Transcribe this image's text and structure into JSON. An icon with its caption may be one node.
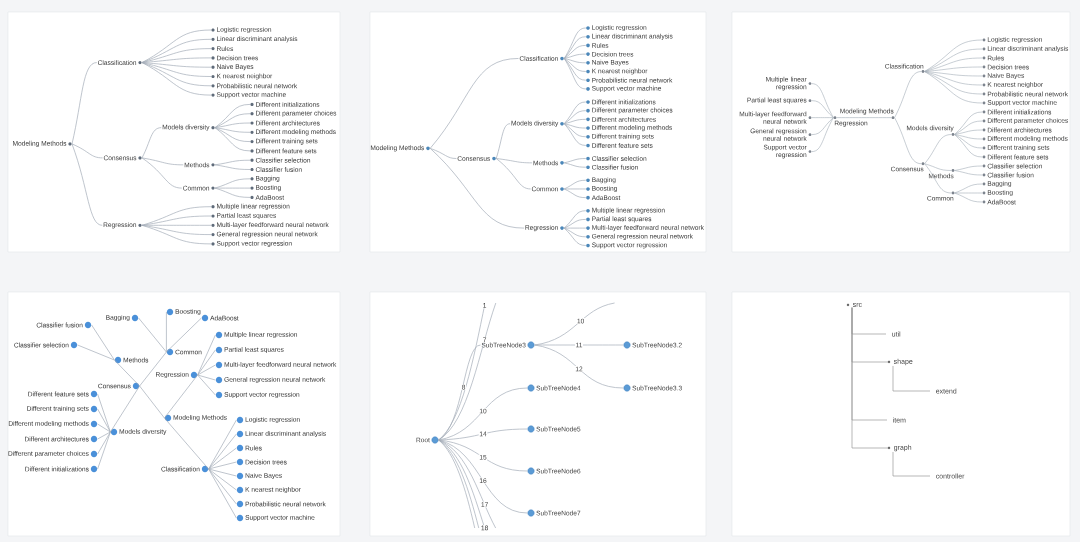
{
  "diagram": {
    "nodes": [
      {
        "text": [],
        "shape": "box"
      },
      {
        "text": [
          "Modeling Methods"
        ],
        "in": 0
      },
      {
        "text": [
          "Classification"
        ],
        "in": 0
      },
      {
        "text": [
          "Logistic regression"
        ],
        "in": 0
      },
      {
        "text": [
          "Linear discriminant analysis"
        ],
        "in": 0
      },
      {
        "text": [
          "Rules"
        ],
        "in": 0
      },
      {
        "text": [
          "Decision trees"
        ],
        "in": 0
      },
      {
        "text": [
          "Naive Bayes"
        ],
        "in": 0
      },
      {
        "text": [
          "K nearest neighbor"
        ],
        "in": 0
      },
      {
        "text": [
          "Probabilistic neural network"
        ],
        "in": 0
      },
      {
        "text": [
          "Support vector machine"
        ],
        "in": 0
      },
      {
        "text": [
          "Consensus"
        ],
        "in": 0
      },
      {
        "text": [
          "Models diversity"
        ],
        "in": 0
      },
      {
        "text": [
          "Different initializations"
        ],
        "in": 0
      },
      {
        "text": [
          "Different parameter choices"
        ],
        "in": 0
      },
      {
        "text": [
          "Different architectures"
        ],
        "in": 0
      },
      {
        "text": [
          "Different modeling methods"
        ],
        "in": 0
      },
      {
        "text": [
          "Different training sets"
        ],
        "in": 0
      },
      {
        "text": [
          "Different feature sets"
        ],
        "in": 0
      },
      {
        "text": [
          "Methods"
        ],
        "in": 0
      },
      {
        "text": [
          "Classifier selection"
        ],
        "in": 0
      },
      {
        "text": [
          "Classifier fusion"
        ],
        "in": 0
      },
      {
        "text": [
          "Common"
        ],
        "in": 0
      },
      {
        "text": [
          "Bagging"
        ],
        "in": 0
      },
      {
        "text": [
          "Boosting"
        ],
        "in": 0
      },
      {
        "text": [
          "AdaBoost"
        ],
        "in": 0
      },
      {
        "text": [
          "Regression"
        ],
        "in": 0
      },
      {
        "text": [
          "Multiple linear regression"
        ],
        "in": 0
      },
      {
        "text": [
          "Partial least squares"
        ],
        "in": 0
      },
      {
        "text": [
          "Multi-layer feedforward neural network"
        ],
        "in": 0
      },
      {
        "text": [
          "General regression neural network"
        ],
        "in": 0
      },
      {
        "text": [
          "Support vector regression"
        ],
        "in": 0
      },
      {
        "text": [],
        "shape": "box"
      },
      {
        "text": [
          "Modeling Methods"
        ],
        "in": 32
      },
      {
        "text": [
          "Classification"
        ],
        "in": 32
      },
      {
        "text": [
          "Logistic regression"
        ],
        "in": 32
      },
      {
        "text": [
          "Linear discriminant analysis"
        ],
        "in": 32
      },
      {
        "text": [
          "Rules"
        ],
        "in": 32
      },
      {
        "text": [
          "Decision trees"
        ],
        "in": 32
      },
      {
        "text": [
          "Naive Bayes"
        ],
        "in": 32
      },
      {
        "text": [
          "K nearest neighbor"
        ],
        "in": 32
      },
      {
        "text": [
          "Probabilistic neural network"
        ],
        "in": 32
      },
      {
        "text": [
          "Support vector machine"
        ],
        "in": 32
      },
      {
        "text": [
          "Consensus"
        ],
        "in": 32
      },
      {
        "text": [
          "Models diversity"
        ],
        "in": 32
      },
      {
        "text": [
          "Different initializations"
        ],
        "in": 32
      },
      {
        "text": [
          "Different parameter choices"
        ],
        "in": 32
      },
      {
        "text": [
          "Different architectures"
        ],
        "in": 32
      },
      {
        "text": [
          "Different modeling methods"
        ],
        "in": 32
      },
      {
        "text": [
          "Different training sets"
        ],
        "in": 32
      },
      {
        "text": [
          "Different feature sets"
        ],
        "in": 32
      },
      {
        "text": [
          "Methods"
        ],
        "in": 32
      },
      {
        "text": [
          "Classifier selection"
        ],
        "in": 32
      },
      {
        "text": [
          "Classifier fusion"
        ],
        "in": 32
      },
      {
        "text": [
          "Common"
        ],
        "in": 32
      },
      {
        "text": [
          "Bagging"
        ],
        "in": 32
      },
      {
        "text": [
          "Boosting"
        ],
        "in": 32
      },
      {
        "text": [
          "AdaBoost"
        ],
        "in": 32
      },
      {
        "text": [
          "Regression"
        ],
        "in": 32
      },
      {
        "text": [
          "Multiple linear regression"
        ],
        "in": 32
      },
      {
        "text": [
          "Partial least squares"
        ],
        "in": 32
      },
      {
        "text": [
          "Multi-layer feedforward neural network"
        ],
        "in": 32
      },
      {
        "text": [
          "General regression neural network"
        ],
        "in": 32
      },
      {
        "text": [
          "Support vector regression"
        ],
        "in": 32
      },
      {
        "text": [],
        "shape": "box"
      },
      {
        "text": [
          "Modeling Methods"
        ],
        "in": 64
      },
      {
        "text": [
          "Classification"
        ],
        "in": 64
      },
      {
        "text": [
          "Logistic regression"
        ],
        "in": 64
      },
      {
        "text": [
          "Linear discriminant analysis"
        ],
        "in": 64
      },
      {
        "text": [
          "Rules"
        ],
        "in": 64
      },
      {
        "text": [
          "Decision trees"
        ],
        "in": 64
      },
      {
        "text": [
          "Naive Bayes"
        ],
        "in": 64
      },
      {
        "text": [
          "K nearest neighbor"
        ],
        "in": 64
      },
      {
        "text": [
          "Probabilistic neural network"
        ],
        "in": 64
      },
      {
        "text": [
          "Support vector machine"
        ],
        "in": 64
      },
      {
        "text": [
          "Consensus"
        ],
        "in": 64
      },
      {
        "text": [
          "Models diversity"
        ],
        "in": 64
      },
      {
        "text": [
          "Different initializations"
        ],
        "in": 64
      },
      {
        "text": [
          "Different parameter choices"
        ],
        "in": 64
      },
      {
        "text": [
          "Different architectures"
        ],
        "in": 64
      },
      {
        "text": [
          "Different modeling methods"
        ],
        "in": 64
      },
      {
        "text": [
          "Different training sets"
        ],
        "in": 64
      },
      {
        "text": [
          "Different feature sets"
        ],
        "in": 64
      },
      {
        "text": [
          "Methods"
        ],
        "in": 64
      },
      {
        "text": [
          "Classifier selection"
        ],
        "in": 64
      },
      {
        "text": [
          "Classifier fusion"
        ],
        "in": 64
      },
      {
        "text": [
          "Common"
        ],
        "in": 64
      },
      {
        "text": [
          "Bagging"
        ],
        "in": 64
      },
      {
        "text": [
          "Boosting"
        ],
        "in": 64
      },
      {
        "text": [
          "AdaBoost"
        ],
        "in": 64
      },
      {
        "text": [
          "Regression"
        ],
        "in": 64
      },
      {
        "text": [
          "Multiple linear regression"
        ],
        "in": 64
      },
      {
        "text": [
          "Partial least squares"
        ],
        "in": 64
      },
      {
        "text": [
          "Multi-layer feedforward neural network"
        ],
        "in": 64
      },
      {
        "text": [
          "General regression neural network"
        ],
        "in": 64
      },
      {
        "text": [
          "Support vector regression"
        ],
        "in": 64
      },
      {
        "text": [],
        "shape": "box"
      },
      {
        "text": [
          "Modeling Methods"
        ],
        "in": 96
      },
      {
        "text": [
          "Classification"
        ],
        "in": 96
      },
      {
        "text": [
          "Logistic regression"
        ],
        "in": 96
      },
      {
        "text": [
          "Linear discriminant analysis"
        ],
        "in": 96
      },
      {
        "text": [
          "Rules"
        ],
        "in": 96
      },
      {
        "text": [
          "Decision trees"
        ],
        "in": 96
      },
      {
        "text": [
          "Naive Bayes"
        ],
        "in": 96
      },
      {
        "text": [
          "K nearest neighbor"
        ],
        "in": 96
      },
      {
        "text": [
          "Probabilistic neural network"
        ],
        "in": 96
      },
      {
        "text": [
          "Support vector machine"
        ],
        "in": 96
      },
      {
        "text": [
          "Consensus"
        ],
        "in": 96
      },
      {
        "text": [
          "Models diversity"
        ],
        "in": 96
      },
      {
        "text": [
          "Different initializations"
        ],
        "in": 96
      },
      {
        "text": [
          "Different parameter choices"
        ],
        "in": 96
      },
      {
        "text": [
          "Different architectures"
        ],
        "in": 96
      },
      {
        "text": [
          "Different modeling methods"
        ],
        "in": 96
      },
      {
        "text": [
          "Different training sets"
        ],
        "in": 96
      },
      {
        "text": [
          "Different feature sets"
        ],
        "in": 96
      },
      {
        "text": [
          "Methods"
        ],
        "in": 96
      },
      {
        "text": [
          "Classifier selection"
        ],
        "in": 96
      },
      {
        "text": [
          "Classifier fusion"
        ],
        "in": 96
      },
      {
        "text": [
          "Common"
        ],
        "in": 96
      },
      {
        "text": [
          "Bagging"
        ],
        "in": 96
      },
      {
        "text": [
          "Boosting"
        ],
        "in": 96
      },
      {
        "text": [
          "AdaBoost"
        ],
        "in": 96
      },
      {
        "text": [
          "Regression"
        ],
        "in": 96
      },
      {
        "text": [
          "Multiple linear regression"
        ],
        "in": 96
      },
      {
        "text": [
          "Partial least squares"
        ],
        "in": 96
      },
      {
        "text": [
          "Multi-layer feedforward neural network"
        ],
        "in": 96
      },
      {
        "text": [
          "General regression neural network"
        ],
        "in": 96
      },
      {
        "text": [
          "Support vector regression"
        ],
        "in": 96
      },
      {
        "text": [],
        "shape": "box"
      },
      {
        "text": [
          "Root"
        ],
        "in": 128
      },
      {
        "text": [
          "SubTreeNode3"
        ],
        "in": 128
      },
      {
        "text": [
          "SubTreeNode3.2"
        ],
        "in": 128
      },
      {
        "text": [
          "SubTreeNode3.3"
        ],
        "in": 128
      },
      {
        "text": [
          "SubTreeNode4"
        ],
        "in": 128
      },
      {
        "text": [
          "SubTreeNode5"
        ],
        "in": 128
      },
      {
        "text": [
          "SubTreeNode6"
        ],
        "in": 128
      },
      {
        "text": [
          "SubTreeNode7"
        ],
        "in": 128
      },
      {
        "text": [],
        "shape": "box"
      },
      {
        "text": [
          "src"
        ],
        "in": 137
      },
      {
        "text": [
          "util"
        ],
        "in": 137
      },
      {
        "text": [
          "shape"
        ],
        "in": 137
      },
      {
        "text": [
          "extend"
        ],
        "in": 137
      },
      {
        "text": [
          "item"
        ],
        "in": 137
      },
      {
        "text": [
          "graph"
        ],
        "in": 137
      },
      {
        "text": [
          "controller"
        ],
        "in": 137
      }
    ],
    "edges": [
      {
        "from": 1,
        "to": 2,
        "arrow": "none"
      },
      {
        "from": 2,
        "to": 3,
        "arrow": "none"
      },
      {
        "from": 2,
        "to": 4,
        "arrow": "none"
      },
      {
        "from": 2,
        "to": 5,
        "arrow": "none"
      },
      {
        "from": 2,
        "to": 6,
        "arrow": "none"
      },
      {
        "from": 2,
        "to": 7,
        "arrow": "none"
      },
      {
        "from": 2,
        "to": 8,
        "arrow": "none"
      },
      {
        "from": 2,
        "to": 9,
        "arrow": "none"
      },
      {
        "from": 2,
        "to": 10,
        "arrow": "none"
      },
      {
        "from": 1,
        "to": 11,
        "arrow": "none"
      },
      {
        "from": 11,
        "to": 12,
        "arrow": "none"
      },
      {
        "from": 12,
        "to": 13,
        "arrow": "none"
      },
      {
        "from": 12,
        "to": 14,
        "arrow": "none"
      },
      {
        "from": 12,
        "to": 15,
        "arrow": "none"
      },
      {
        "from": 12,
        "to": 16,
        "arrow": "none"
      },
      {
        "from": 12,
        "to": 17,
        "arrow": "none"
      },
      {
        "from": 12,
        "to": 18,
        "arrow": "none"
      },
      {
        "from": 11,
        "to": 19,
        "arrow": "none"
      },
      {
        "from": 19,
        "to": 20,
        "arrow": "none"
      },
      {
        "from": 19,
        "to": 21,
        "arrow": "none"
      },
      {
        "from": 11,
        "to": 22,
        "arrow": "none"
      },
      {
        "from": 22,
        "to": 23,
        "arrow": "none"
      },
      {
        "from": 22,
        "to": 24,
        "arrow": "none"
      },
      {
        "from": 22,
        "to": 25,
        "arrow": "none"
      },
      {
        "from": 1,
        "to": 26,
        "arrow": "none"
      },
      {
        "from": 26,
        "to": 27,
        "arrow": "none"
      },
      {
        "from": 26,
        "to": 28,
        "arrow": "none"
      },
      {
        "from": 26,
        "to": 29,
        "arrow": "none"
      },
      {
        "from": 26,
        "to": 30,
        "arrow": "none"
      },
      {
        "from": 26,
        "to": 31,
        "arrow": "none"
      },
      {
        "from": 33,
        "to": 34,
        "arrow": "none"
      },
      {
        "from": 34,
        "to": 35,
        "arrow": "none"
      },
      {
        "from": 34,
        "to": 36,
        "arrow": "none"
      },
      {
        "from": 34,
        "to": 37,
        "arrow": "none"
      },
      {
        "from": 34,
        "to": 38,
        "arrow": "none"
      },
      {
        "from": 34,
        "to": 39,
        "arrow": "none"
      },
      {
        "from": 34,
        "to": 40,
        "arrow": "none"
      },
      {
        "from": 34,
        "to": 41,
        "arrow": "none"
      },
      {
        "from": 34,
        "to": 42,
        "arrow": "none"
      },
      {
        "from": 33,
        "to": 43,
        "arrow": "none"
      },
      {
        "from": 43,
        "to": 44,
        "arrow": "none"
      },
      {
        "from": 44,
        "to": 45,
        "arrow": "none"
      },
      {
        "from": 44,
        "to": 46,
        "arrow": "none"
      },
      {
        "from": 44,
        "to": 47,
        "arrow": "none"
      },
      {
        "from": 44,
        "to": 48,
        "arrow": "none"
      },
      {
        "from": 44,
        "to": 49,
        "arrow": "none"
      },
      {
        "from": 44,
        "to": 50,
        "arrow": "none"
      },
      {
        "from": 43,
        "to": 51,
        "arrow": "none"
      },
      {
        "from": 51,
        "to": 52,
        "arrow": "none"
      },
      {
        "from": 51,
        "to": 53,
        "arrow": "none"
      },
      {
        "from": 43,
        "to": 54,
        "arrow": "none"
      },
      {
        "from": 54,
        "to": 55,
        "arrow": "none"
      },
      {
        "from": 54,
        "to": 56,
        "arrow": "none"
      },
      {
        "from": 54,
        "to": 57,
        "arrow": "none"
      },
      {
        "from": 33,
        "to": 58,
        "arrow": "none"
      },
      {
        "from": 58,
        "to": 59,
        "arrow": "none"
      },
      {
        "from": 58,
        "to": 60,
        "arrow": "none"
      },
      {
        "from": 58,
        "to": 61,
        "arrow": "none"
      },
      {
        "from": 58,
        "to": 62,
        "arrow": "none"
      },
      {
        "from": 58,
        "to": 63,
        "arrow": "none"
      },
      {
        "from": 65,
        "to": 66,
        "arrow": "none"
      },
      {
        "from": 66,
        "to": 67,
        "arrow": "none"
      },
      {
        "from": 66,
        "to": 68,
        "arrow": "none"
      },
      {
        "from": 66,
        "to": 69,
        "arrow": "none"
      },
      {
        "from": 66,
        "to": 70,
        "arrow": "none"
      },
      {
        "from": 66,
        "to": 71,
        "arrow": "none"
      },
      {
        "from": 66,
        "to": 72,
        "arrow": "none"
      },
      {
        "from": 66,
        "to": 73,
        "arrow": "none"
      },
      {
        "from": 66,
        "to": 74,
        "arrow": "none"
      },
      {
        "from": 65,
        "to": 75,
        "arrow": "none"
      },
      {
        "from": 75,
        "to": 76,
        "arrow": "none"
      },
      {
        "from": 76,
        "to": 77,
        "arrow": "none"
      },
      {
        "from": 76,
        "to": 78,
        "arrow": "none"
      },
      {
        "from": 76,
        "to": 79,
        "arrow": "none"
      },
      {
        "from": 76,
        "to": 80,
        "arrow": "none"
      },
      {
        "from": 76,
        "to": 81,
        "arrow": "none"
      },
      {
        "from": 76,
        "to": 82,
        "arrow": "none"
      },
      {
        "from": 75,
        "to": 83,
        "arrow": "none"
      },
      {
        "from": 83,
        "to": 84,
        "arrow": "none"
      },
      {
        "from": 83,
        "to": 85,
        "arrow": "none"
      },
      {
        "from": 75,
        "to": 86,
        "arrow": "none"
      },
      {
        "from": 86,
        "to": 87,
        "arrow": "none"
      },
      {
        "from": 86,
        "to": 88,
        "arrow": "none"
      },
      {
        "from": 86,
        "to": 89,
        "arrow": "none"
      },
      {
        "from": 65,
        "to": 90,
        "arrow": "none"
      },
      {
        "from": 90,
        "to": 91,
        "arrow": "none"
      },
      {
        "from": 90,
        "to": 92,
        "arrow": "none"
      },
      {
        "from": 90,
        "to": 93,
        "arrow": "none"
      },
      {
        "from": 90,
        "to": 94,
        "arrow": "none"
      },
      {
        "from": 90,
        "to": 95,
        "arrow": "none"
      },
      {
        "from": 97,
        "to": 98,
        "arrow": "none"
      },
      {
        "from": 98,
        "to": 99,
        "arrow": "none"
      },
      {
        "from": 98,
        "to": 100,
        "arrow": "none"
      },
      {
        "from": 98,
        "to": 101,
        "arrow": "none"
      },
      {
        "from": 98,
        "to": 102,
        "arrow": "none"
      },
      {
        "from": 98,
        "to": 103,
        "arrow": "none"
      },
      {
        "from": 98,
        "to": 104,
        "arrow": "none"
      },
      {
        "from": 98,
        "to": 105,
        "arrow": "none"
      },
      {
        "from": 98,
        "to": 106,
        "arrow": "none"
      },
      {
        "from": 97,
        "to": 107,
        "arrow": "none"
      },
      {
        "from": 107,
        "to": 108,
        "arrow": "none"
      },
      {
        "from": 108,
        "to": 109,
        "arrow": "none"
      },
      {
        "from": 108,
        "to": 110,
        "arrow": "none"
      },
      {
        "from": 108,
        "to": 111,
        "arrow": "none"
      },
      {
        "from": 108,
        "to": 112,
        "arrow": "none"
      },
      {
        "from": 108,
        "to": 113,
        "arrow": "none"
      },
      {
        "from": 108,
        "to": 114,
        "arrow": "none"
      },
      {
        "from": 107,
        "to": 115,
        "arrow": "none"
      },
      {
        "from": 115,
        "to": 116,
        "arrow": "none"
      },
      {
        "from": 115,
        "to": 117,
        "arrow": "none"
      },
      {
        "from": 107,
        "to": 118,
        "arrow": "none"
      },
      {
        "from": 118,
        "to": 119,
        "arrow": "none"
      },
      {
        "from": 118,
        "to": 120,
        "arrow": "none"
      },
      {
        "from": 118,
        "to": 121,
        "arrow": "none"
      },
      {
        "from": 97,
        "to": 122,
        "arrow": "none"
      },
      {
        "from": 122,
        "to": 123,
        "arrow": "none"
      },
      {
        "from": 122,
        "to": 124,
        "arrow": "none"
      },
      {
        "from": 122,
        "to": 125,
        "arrow": "none"
      },
      {
        "from": 122,
        "to": 126,
        "arrow": "none"
      },
      {
        "from": 122,
        "to": 127,
        "arrow": "none"
      },
      {
        "from": 129,
        "to": null,
        "arrow": "none",
        "label": "1"
      },
      {
        "from": 129,
        "to": null,
        "arrow": "none",
        "label": "7"
      },
      {
        "from": 129,
        "to": 130,
        "arrow": "none",
        "label": "8"
      },
      {
        "from": 129,
        "to": 133,
        "arrow": "none",
        "label": "10"
      },
      {
        "from": 129,
        "to": 134,
        "arrow": "none",
        "label": "14"
      },
      {
        "from": 129,
        "to": 135,
        "arrow": "none",
        "label": "15"
      },
      {
        "from": 129,
        "to": 136,
        "arrow": "none",
        "label": "16"
      },
      {
        "from": 129,
        "to": null,
        "arrow": "none",
        "label": "17"
      },
      {
        "from": 129,
        "to": null,
        "arrow": "none",
        "label": "18"
      },
      {
        "from": 129,
        "to": null,
        "arrow": "none"
      },
      {
        "from": 129,
        "to": null,
        "arrow": "none"
      },
      {
        "from": 130,
        "to": null,
        "arrow": "none",
        "label": "10"
      },
      {
        "from": 130,
        "to": 131,
        "arrow": "none",
        "label": "11"
      },
      {
        "from": 130,
        "to": 132,
        "arrow": "none",
        "label": "12"
      },
      {
        "from": 138,
        "to": 139,
        "arrow": "none"
      },
      {
        "from": 138,
        "to": 140,
        "arrow": "none"
      },
      {
        "from": 140,
        "to": 141,
        "arrow": "none"
      },
      {
        "from": 138,
        "to": 142,
        "arrow": "none"
      },
      {
        "from": 138,
        "to": 143,
        "arrow": "none"
      },
      {
        "from": 143,
        "to": 144,
        "arrow": "none"
      }
    ]
  }
}
